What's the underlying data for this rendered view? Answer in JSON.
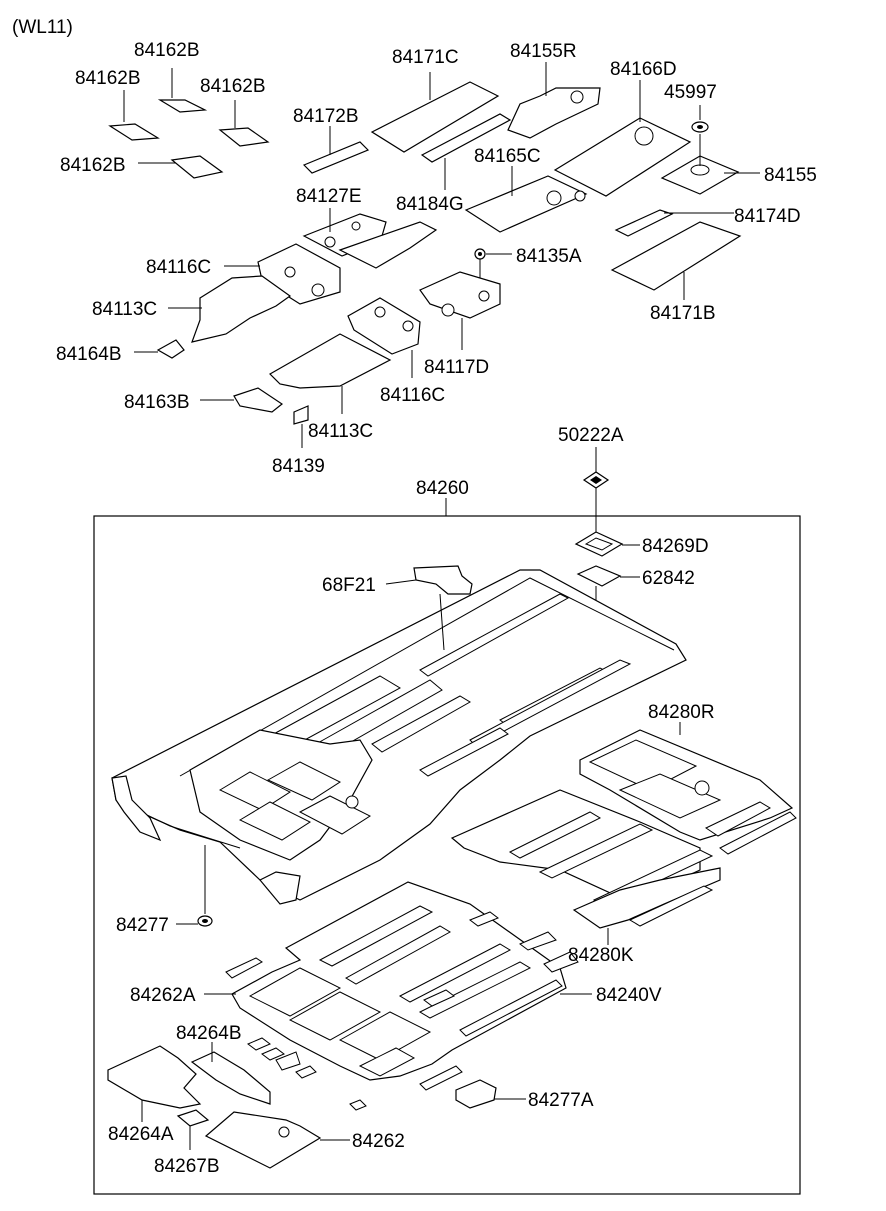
{
  "header": {
    "variant": "(WL11)"
  },
  "labels": {
    "l84162B_a": "84162B",
    "l84162B_b": "84162B",
    "l84162B_c": "84162B",
    "l84162B_d": "84162B",
    "l84171C": "84171C",
    "l84155R": "84155R",
    "l84166D": "84166D",
    "l45997": "45997",
    "l84172B": "84172B",
    "l84165C": "84165C",
    "l84155": "84155",
    "l84127E": "84127E",
    "l84184G": "84184G",
    "l84174D": "84174D",
    "l84116C_a": "84116C",
    "l84135A": "84135A",
    "l84113C_a": "84113C",
    "l84171B": "84171B",
    "l84164B": "84164B",
    "l84117D": "84117D",
    "l84163B": "84163B",
    "l84116C_b": "84116C",
    "l84113C_b": "84113C",
    "l84139": "84139",
    "l50222A": "50222A",
    "l84260": "84260",
    "l84269D": "84269D",
    "l68F21": "68F21",
    "l62842": "62842",
    "l84280R": "84280R",
    "l84277": "84277",
    "l84280K": "84280K",
    "l84262A": "84262A",
    "l84240V": "84240V",
    "l84264B": "84264B",
    "l84277A": "84277A",
    "l84264A": "84264A",
    "l84262": "84262",
    "l84267B": "84267B"
  },
  "icons": {
    "fastener": "clip-icon",
    "grommet": "grommet-icon"
  },
  "colors": {
    "line": "#000000",
    "background": "#ffffff"
  }
}
